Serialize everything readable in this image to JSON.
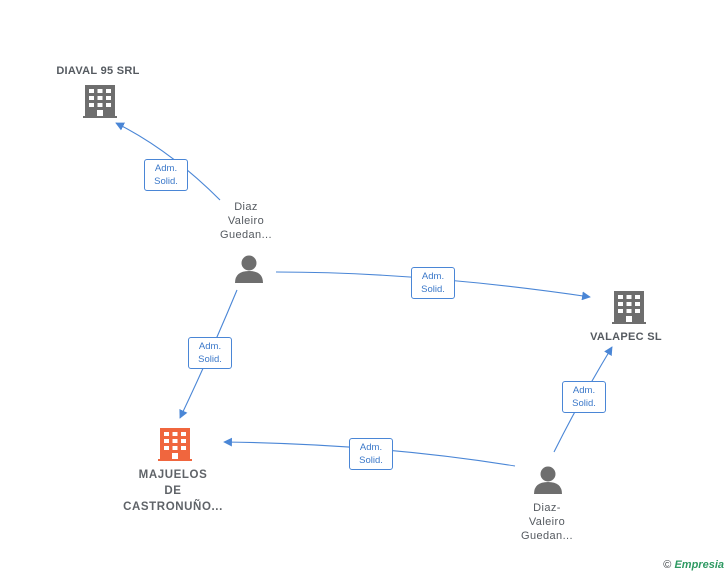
{
  "nodes": {
    "diaval": {
      "label": "DIAVAL 95 SRL",
      "type": "company",
      "color": "#6e6e6e"
    },
    "valapec": {
      "label": "VALAPEC  SL",
      "type": "company",
      "color": "#6e6e6e"
    },
    "majuelos": {
      "label": "MAJUELOS\nDE\nCASTRONUÑO...",
      "type": "company-main",
      "color": "#f0663e"
    },
    "person1": {
      "label": "Diaz\nValeiro\nGuedan...",
      "type": "person",
      "color": "#6e6e6e"
    },
    "person2": {
      "label": "Diaz-\nValeiro\nGuedan...",
      "type": "person",
      "color": "#6e6e6e"
    }
  },
  "edges": [
    {
      "from": "person1",
      "to": "diaval",
      "label": "Adm.\nSolid."
    },
    {
      "from": "person1",
      "to": "valapec",
      "label": "Adm.\nSolid."
    },
    {
      "from": "person1",
      "to": "majuelos",
      "label": "Adm.\nSolid."
    },
    {
      "from": "person2",
      "to": "valapec",
      "label": "Adm.\nSolid."
    },
    {
      "from": "person2",
      "to": "majuelos",
      "label": "Adm.\nSolid."
    }
  ],
  "edge_color": "#4a86d6",
  "footer": {
    "symbol": "©",
    "brand": "Empresia"
  }
}
